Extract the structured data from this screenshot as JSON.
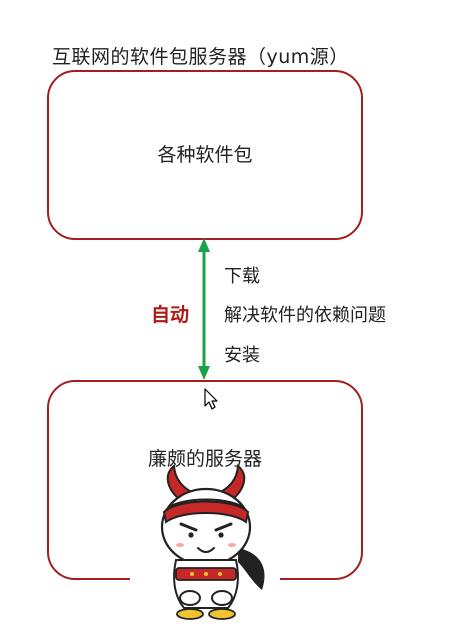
{
  "caption": "互联网的软件包服务器（yum源）",
  "top_box": {
    "label": "各种软件包"
  },
  "bottom_box": {
    "label": "廉颇的服务器"
  },
  "arrow": {
    "label": "自动",
    "color": "#1aa24a"
  },
  "steps": [
    "下载",
    "解决软件的依赖问题",
    "安装"
  ],
  "colors": {
    "box_border": "#a31e1e",
    "auto_label": "#b01818"
  }
}
